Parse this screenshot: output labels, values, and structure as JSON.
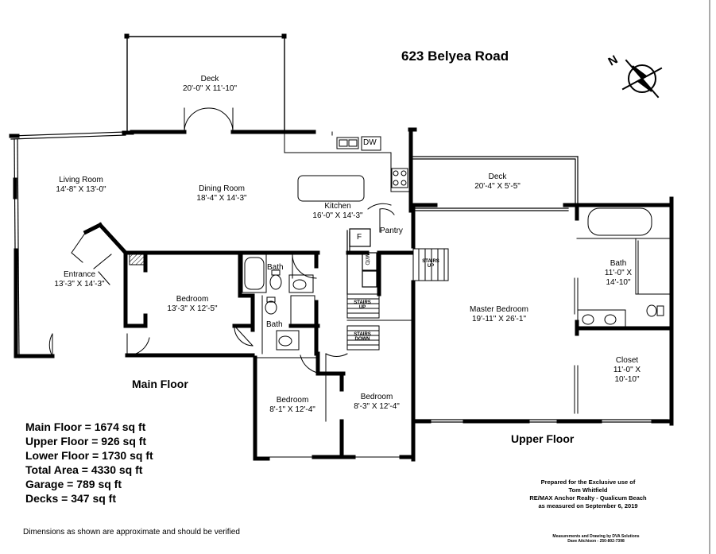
{
  "title": "623 Belyea Road",
  "compass_label": "N",
  "rooms": {
    "deck_main": {
      "name": "Deck",
      "dims": "20'-0\" X 11'-10\""
    },
    "living": {
      "name": "Living Room",
      "dims": "14'-8\" X 13'-0\""
    },
    "dining": {
      "name": "Dining Room",
      "dims": "18'-4\" X 14'-3\""
    },
    "kitchen": {
      "name": "Kitchen",
      "dims": "16'-0\" X 14'-3\""
    },
    "pantry": {
      "name": "Pantry"
    },
    "entrance": {
      "name": "Entrance",
      "dims": "13'-3\" X 14'-3\""
    },
    "bedroom_main": {
      "name": "Bedroom",
      "dims": "13'-3\" X 12'-5\""
    },
    "bath_1": {
      "name": "Bath"
    },
    "bath_2": {
      "name": "Bath"
    },
    "deck_upper": {
      "name": "Deck",
      "dims": "20'-4\" X 5'-5\""
    },
    "master": {
      "name": "Master Bedroom",
      "dims": "19'-11\" X 26'-1\""
    },
    "bath_ensuite": {
      "name": "Bath",
      "dims_line1": "11'-0\" X",
      "dims_line2": "14'-10\""
    },
    "closet": {
      "name": "Closet",
      "dims_line1": "11'-0\" X",
      "dims_line2": "10'-10\""
    },
    "bedroom_a": {
      "name": "Bedroom",
      "dims": "8'-1\" X 12'-4\""
    },
    "bedroom_b": {
      "name": "Bedroom",
      "dims": "8'-3\" X 12'-4\""
    }
  },
  "fixtures": {
    "dw": "DW",
    "fridge": "F",
    "wd": "W/D",
    "stairs_up": "STAIRS UP",
    "stairs_up_2": "STAIRS UP",
    "stairs_down": "STAIRS DOWN"
  },
  "floor_labels": {
    "main": "Main Floor",
    "upper": "Upper Floor"
  },
  "area_summary": [
    "Main Floor = 1674 sq ft",
    "Upper Floor = 926 sq ft",
    "Lower Floor = 1730 sq ft",
    "Total Area = 4330 sq ft",
    "Garage = 789 sq ft",
    "Decks = 347 sq ft"
  ],
  "credit": {
    "line1": "Prepared for the Exclusive use of",
    "line2": "Tom Whitfield",
    "line3": "RE/MAX Anchor Realty - Qualicum Beach",
    "line4": "as measured on September 6, 2019"
  },
  "tiny_credit": {
    "line1": "Measurements and Drawing by DVA Solutions",
    "line2": "Dave Aitchison - 250-802-7398"
  },
  "disclaimer": "Dimensions as shown are approximate and should be verified",
  "colors": {
    "ink": "#000000",
    "paper": "#ffffff"
  }
}
